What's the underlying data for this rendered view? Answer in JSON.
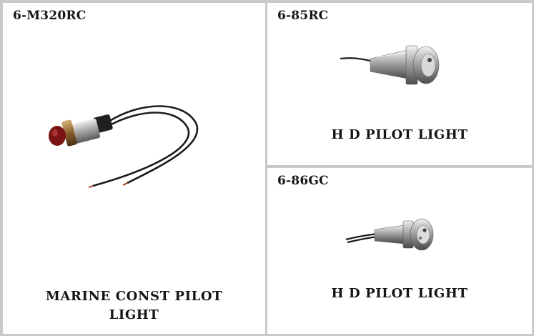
{
  "products": [
    {
      "code": "6-M320RC",
      "description_lines": [
        "MARINE CONST PILOT",
        "LIGHT"
      ],
      "image_icon": "pilot-light-with-wires-photo"
    },
    {
      "code": "6-85RC",
      "description_lines": [
        "H D PILOT LIGHT"
      ],
      "image_icon": "pilot-light-photo"
    },
    {
      "code": "6-86GC",
      "description_lines": [
        "H D PILOT LIGHT"
      ],
      "image_icon": "pilot-light-photo"
    }
  ],
  "colors": {
    "grid_line": "#c9c9c9",
    "text": "#151515",
    "lens_red": "#7a1414",
    "metal": "#b8b8b8"
  }
}
